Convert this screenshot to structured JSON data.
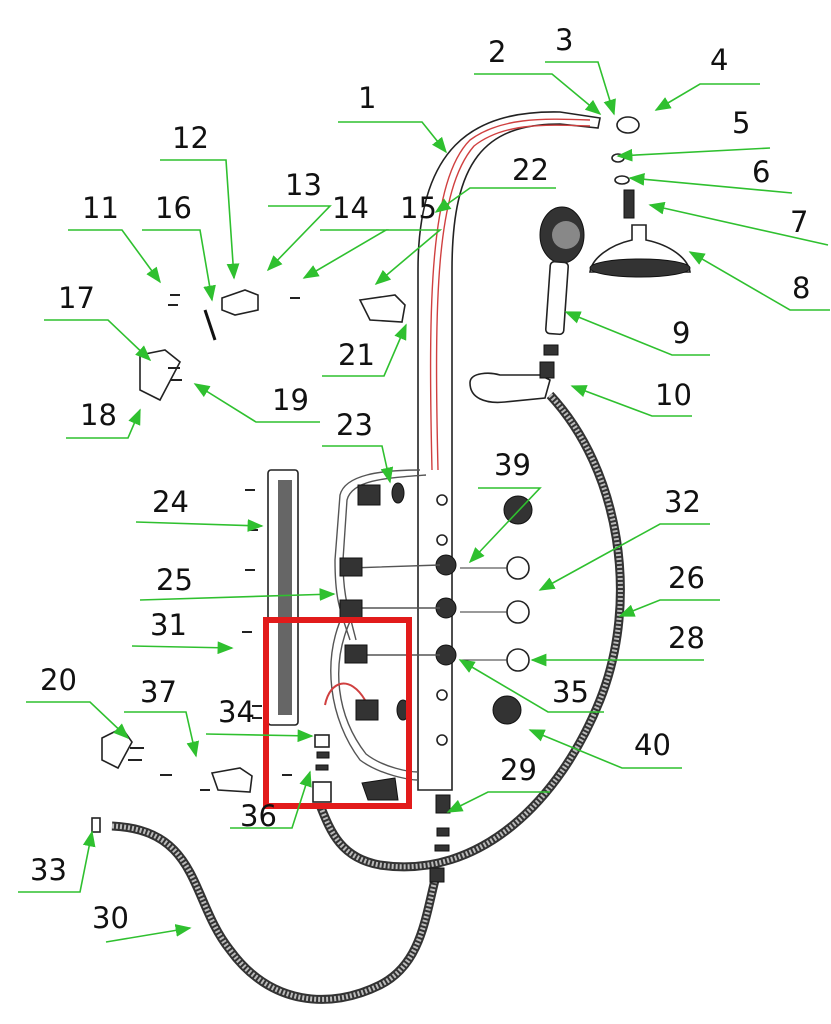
{
  "diagram": {
    "callouts": [
      "1",
      "2",
      "3",
      "4",
      "5",
      "6",
      "7",
      "8",
      "9",
      "10",
      "11",
      "12",
      "13",
      "14",
      "15",
      "16",
      "17",
      "18",
      "19",
      "20",
      "21",
      "22",
      "23",
      "24",
      "25",
      "26",
      "28",
      "29",
      "30",
      "31",
      "32",
      "33",
      "34",
      "35",
      "36",
      "37",
      "39",
      "40"
    ],
    "colors": {
      "leader": "#2fc02f",
      "highlight": "#e21b1b",
      "inner_pipe": "#d04040"
    }
  }
}
